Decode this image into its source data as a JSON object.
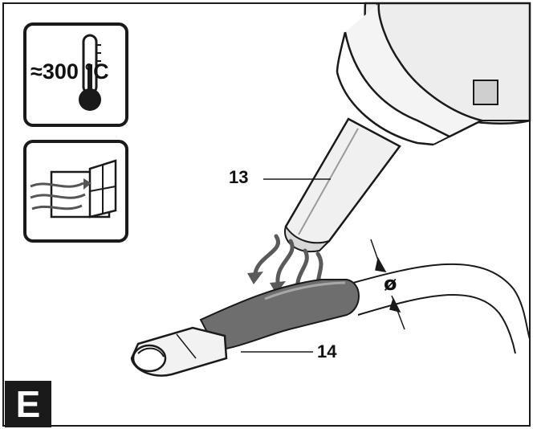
{
  "figure": {
    "panel_letter": "E",
    "temperature_label": "≈300 °C",
    "callouts": {
      "nozzle": "13",
      "shrink_tube": "14"
    },
    "diameter_symbol": "ø"
  },
  "icons": {
    "temperature_icon": "thermometer-icon",
    "ventilation_icon": "open-window-icon"
  },
  "colors": {
    "line": "#1a1a1a",
    "tool_fill": "#e9e9e9",
    "tube_fill": "#6f6f6f",
    "panel_bg": "#ffffff"
  }
}
